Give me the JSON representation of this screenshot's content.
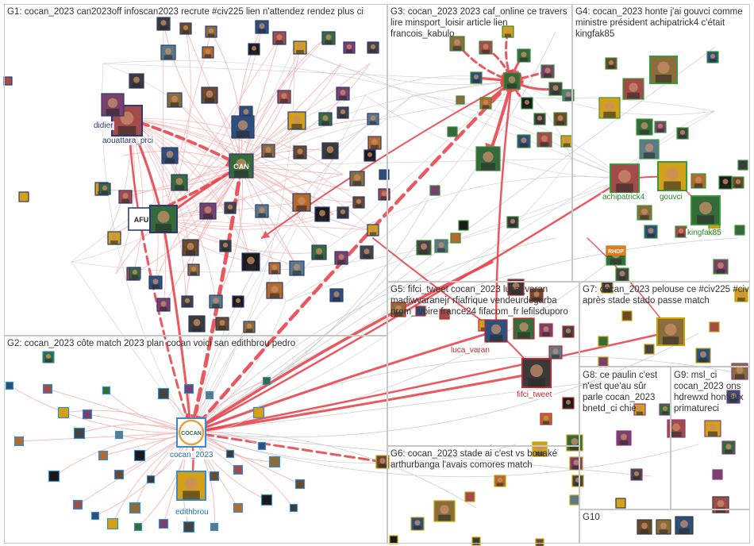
{
  "groups": [
    {
      "id": "G1",
      "label": "G1: cocan_2023 can2023off infoscan2023 recrute #civ225 lien n'attendez rendez plus ci"
    },
    {
      "id": "G2",
      "label": "G2: cocan_2023 côte match 2023 plan cocan voici san edithbrou pedro"
    },
    {
      "id": "G3",
      "label": "G3: cocan_2023 2023 caf_online ce travers lire minsport_loisir article lien francois_kabulo"
    },
    {
      "id": "G4",
      "label": "G4: cocan_2023 honte j'ai gouvci comme ministre président achipatrick4 c'était kingfak85"
    },
    {
      "id": "G5",
      "label": "G5: fifci_tweet cocan_2023 luca_varan madiwvaranejr rfiafrique vendeurdegarba prom_ivoire france24 fifacom_fr lefilsduporo"
    },
    {
      "id": "G6",
      "label": "G6: cocan_2023 stade ai c'est vs bouaké arthurbanga l'avais comores match"
    },
    {
      "id": "G7",
      "label": "G7: cocan_2023 pelouse ce #civ225 #civ après stade stado passe match"
    },
    {
      "id": "G8",
      "label": "G8: ce paulin c'est n'est que'au sûr parle cocan_2023 bnetd_ci chie"
    },
    {
      "id": "G9",
      "label": "G9: msl_ci cocan_2023 ons hdrewxd honteux primatureci"
    },
    {
      "id": "G10",
      "label": "G10"
    }
  ],
  "named_nodes": [
    {
      "id": "didier",
      "label": "didier"
    },
    {
      "id": "aouattara_prci",
      "label": "aouattara_prci"
    },
    {
      "id": "cocan_2023",
      "label": "cocan_2023"
    },
    {
      "id": "edithbrou",
      "label": "edithbrou"
    },
    {
      "id": "luca_varan",
      "label": "luca_varan"
    },
    {
      "id": "fifci_tweet",
      "label": "fifci_tweet"
    },
    {
      "id": "achipatrick4",
      "label": "achipatrick4"
    },
    {
      "id": "gouvci",
      "label": "gouvci"
    },
    {
      "id": "kingfak85",
      "label": "kingfak85"
    }
  ],
  "node_badges": {
    "can": "CAN",
    "afu": "AFU",
    "cocan": "COCAN",
    "rhdp": "RHDP"
  },
  "colors": {
    "edge_strong": "#e8474f",
    "edge_weak": "#f2b6b8",
    "edge_gray": "#c9c9c9",
    "box_border": "#c8c8c8",
    "label_g1": "#2b3a78",
    "label_g2": "#1f6fb6",
    "label_g4": "#2a8a2a",
    "label_g5": "#c0282e"
  }
}
